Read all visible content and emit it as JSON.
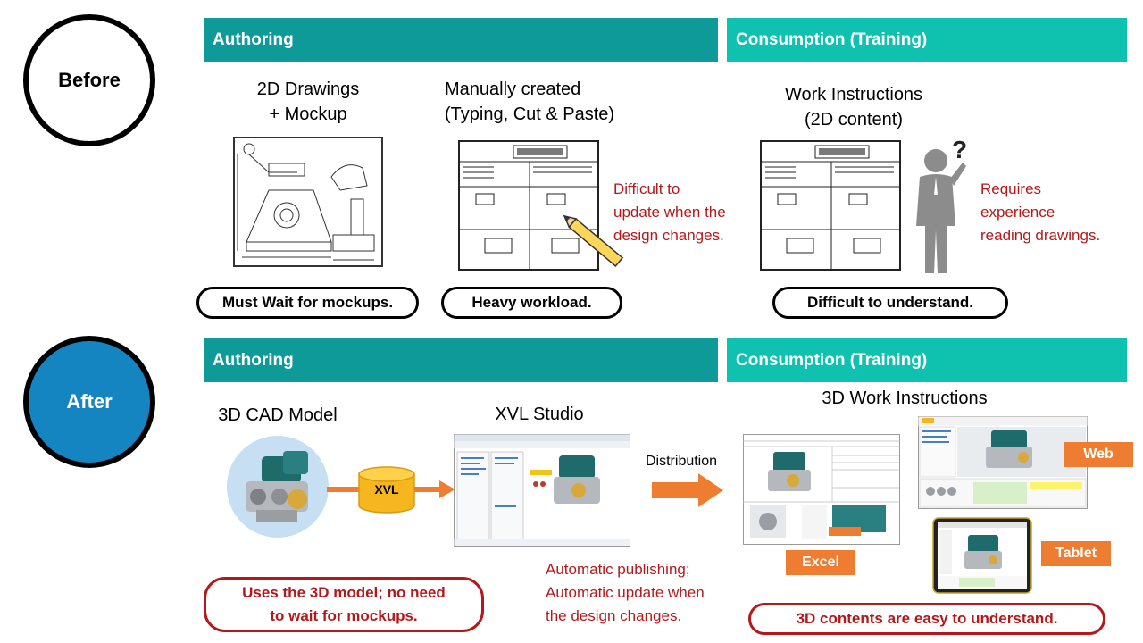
{
  "before": {
    "label": "Before",
    "authoring_header": "Authoring",
    "consumption_header": "Consumption (Training)",
    "drawings_caption_line1": "2D Drawings",
    "drawings_caption_line2": "+ Mockup",
    "manual_caption_line1": "Manually created",
    "manual_caption_line2": "(Typing, Cut & Paste)",
    "manual_note_line1": "Difficult to",
    "manual_note_line2": "update when the",
    "manual_note_line3": "design changes.",
    "work_caption_line1": "Work Instructions",
    "work_caption_line2": "(2D content)",
    "work_note_line1": "Requires",
    "work_note_line2": "experience",
    "work_note_line3": "reading drawings.",
    "pill_mockups": "Must Wait for mockups.",
    "pill_workload": "Heavy workload.",
    "pill_understand": "Difficult to understand.",
    "question_mark": "?"
  },
  "after": {
    "label": "After",
    "authoring_header": "Authoring",
    "consumption_header": "Consumption (Training)",
    "cad_caption": "3D CAD Model",
    "xvl_badge": "XVL",
    "studio_caption": "XVL Studio",
    "distribution_label": "Distribution",
    "wi_caption": "3D Work Instructions",
    "tag_web": "Web",
    "tag_excel": "Excel",
    "tag_tablet": "Tablet",
    "auto_note_line1": "Automatic publishing;",
    "auto_note_line2": "Automatic update when",
    "auto_note_line3": "the design changes.",
    "pill_model_line1": "Uses the 3D model; no need",
    "pill_model_line2": "to wait for mockups.",
    "pill_easy": "3D contents are easy to understand."
  },
  "colors": {
    "header_dark": "#0f9a9a",
    "header_light": "#0fc2b0",
    "after_circle": "#1485c1",
    "note_red": "#b3191b",
    "arrow_orange": "#ee7d31"
  }
}
